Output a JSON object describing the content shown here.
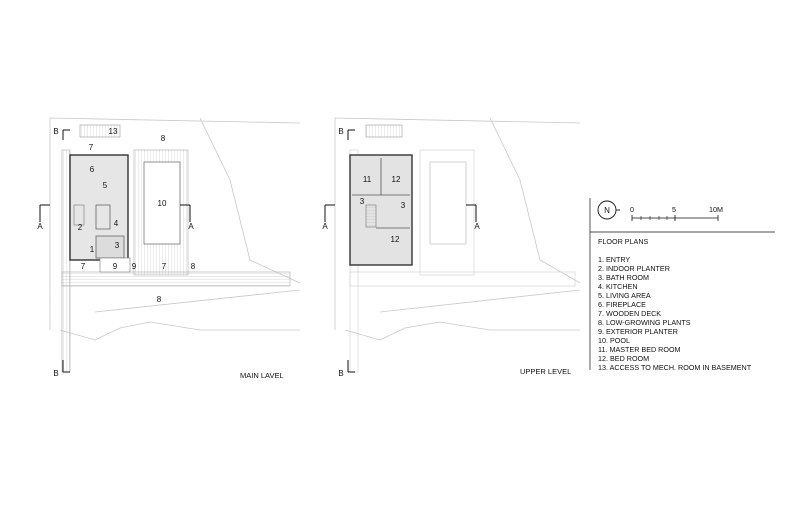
{
  "plans": {
    "main": {
      "title": "MAIN LAVEL",
      "room_numbers": [
        "13",
        "8",
        "7",
        "6",
        "5",
        "10",
        "4",
        "2",
        "1",
        "3",
        "7",
        "9",
        "9",
        "7",
        "8",
        "8"
      ],
      "section_marks": [
        "B",
        "A",
        "A",
        "B"
      ]
    },
    "upper": {
      "title": "UPPER LEVEL",
      "room_numbers": [
        "11",
        "12",
        "3",
        "3",
        "12"
      ],
      "section_marks": [
        "B",
        "A",
        "A",
        "B"
      ]
    }
  },
  "north_arrow": {
    "label": "N"
  },
  "scale_bar": {
    "ticks": [
      "0",
      "5",
      "10M"
    ]
  },
  "legend": {
    "title": "FLOOR PLANS",
    "items": [
      "1. ENTRY",
      "2. INDOOR PLANTER",
      "3. BATH ROOM",
      "4. KITCHEN",
      "5. LIVING AREA",
      "6. FIREPLACE",
      "7. WOODEN DECK",
      "8. LOW-GROWING PLANTS",
      "9. EXTERIOR PLANTER",
      "10. POOL",
      "11. MASTER BED ROOM",
      "12. BED ROOM",
      "13. ACCESS TO MECH. ROOM IN BASEMENT"
    ]
  }
}
